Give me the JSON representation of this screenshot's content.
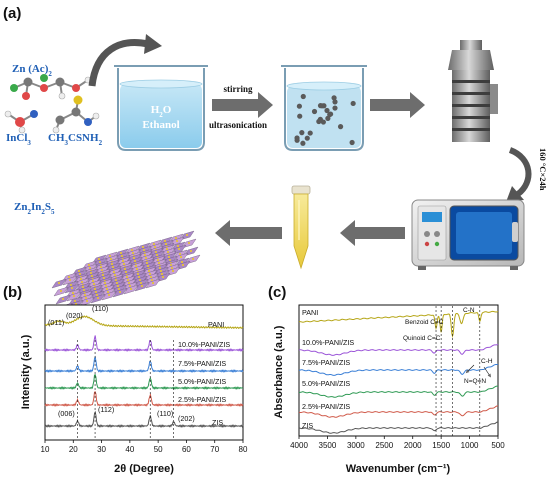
{
  "panel_a": {
    "label": "(a)",
    "reagents": {
      "zinc": "Zn (Ac)",
      "zinc_sub": "2",
      "indium": "InCl",
      "indium_sub": "3",
      "sulfur": "CH",
      "sulfur_sub": "3",
      "sulfur_rest": "CSNH",
      "sulfur_sub2": "2"
    },
    "beaker1": {
      "line1": "H",
      "line1_sub": "2",
      "line1_rest": "O",
      "line2": "Ethanol"
    },
    "step1_top": "stirring",
    "step1_bottom": "ultrasonication",
    "autoclave_condition": "160 °C×24h",
    "product": "Zn",
    "product_sub1": "2",
    "product_mid": "In",
    "product_sub2": "2",
    "product_end": "S",
    "product_sub3": "5"
  },
  "panel_b": {
    "label": "(b)",
    "xlabel": "2θ (Degree)",
    "ylabel": "Intensity (a.u.)",
    "xticks": [
      "10",
      "20",
      "30",
      "40",
      "50",
      "60",
      "70",
      "80"
    ],
    "peak_labels_top": [
      "(011)",
      "(020)",
      "(110)"
    ],
    "peak_labels_bottom": [
      "(006)",
      "(112)",
      "(110)",
      "(202)"
    ],
    "series": [
      "PANI",
      "10.0%-PANI/ZIS",
      "7.5%-PANI/ZIS",
      "5.0%-PANI/ZIS",
      "2.5%-PANI/ZIS",
      "ZIS"
    ],
    "colors": [
      "#b5a515",
      "#9b55d8",
      "#3a7fd6",
      "#2f9a54",
      "#d05a4a",
      "#555555"
    ]
  },
  "panel_c": {
    "label": "(c)",
    "xlabel": "Wavenumber (cm⁻¹)",
    "ylabel": "Absorbance (a.u.)",
    "xticks": [
      "4000",
      "3500",
      "3000",
      "2500",
      "2000",
      "1500",
      "1000",
      "500"
    ],
    "series": [
      "PANI",
      "10.0%-PANI/ZIS",
      "7.5%-PANI/ZIS",
      "5.0%-PANI/ZIS",
      "2.5%-PANI/ZIS",
      "ZIS"
    ],
    "annotations": [
      "Benzoid C=C",
      "Quinoid C=C",
      "C-N",
      "C-H",
      "N=Q=N"
    ]
  },
  "chart_data": [
    {
      "type": "line",
      "title": "",
      "xlabel": "2θ (Degree)",
      "ylabel": "Intensity (a.u.)",
      "xlim": [
        10,
        80
      ],
      "series": [
        {
          "name": "PANI",
          "peaks_2theta": [
            15,
            20,
            25
          ]
        },
        {
          "name": "10.0%-PANI/ZIS",
          "peaks_2theta": [
            21.5,
            27.7,
            47.2
          ]
        },
        {
          "name": "7.5%-PANI/ZIS",
          "peaks_2theta": [
            21.5,
            27.7,
            47.2
          ]
        },
        {
          "name": "5.0%-PANI/ZIS",
          "peaks_2theta": [
            21.5,
            27.7,
            47.2
          ]
        },
        {
          "name": "2.5%-PANI/ZIS",
          "peaks_2theta": [
            21.5,
            27.7,
            47.2
          ]
        },
        {
          "name": "ZIS",
          "peaks_2theta": [
            21.5,
            27.7,
            47.2,
            55.5
          ]
        }
      ]
    },
    {
      "type": "line",
      "title": "",
      "xlabel": "Wavenumber (cm⁻¹)",
      "ylabel": "Absorbance (a.u.)",
      "xlim": [
        4000,
        500
      ],
      "reference_lines_cm1": [
        1590,
        1500,
        1300,
        820
      ],
      "series": [
        {
          "name": "PANI"
        },
        {
          "name": "10.0%-PANI/ZIS"
        },
        {
          "name": "7.5%-PANI/ZIS"
        },
        {
          "name": "5.0%-PANI/ZIS"
        },
        {
          "name": "2.5%-PANI/ZIS"
        },
        {
          "name": "ZIS"
        }
      ]
    }
  ]
}
